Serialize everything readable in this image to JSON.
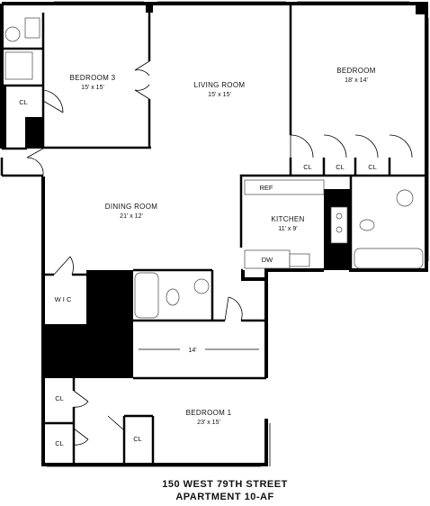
{
  "rooms": {
    "bedroom3": {
      "name": "BEDROOM 3",
      "dim": "15' x 15'"
    },
    "living": {
      "name": "LIVING ROOM",
      "dim": "15' x 15'"
    },
    "bedroom": {
      "name": "BEDROOM",
      "dim": "18' x 14'"
    },
    "dining": {
      "name": "DINING ROOM",
      "dim": "21' x 12'"
    },
    "kitchen": {
      "name": "KITCHEN",
      "dim": "11' x 9'"
    },
    "bedroom1": {
      "name": "BEDROOM 1",
      "dim": "23' x 15'"
    }
  },
  "labels": {
    "closet": "CL",
    "refrigerator": "REF",
    "dishwasher": "DW",
    "walk_in_closet": "W I C",
    "hall_length": "14'"
  },
  "footer": {
    "address": "150 WEST 79TH STREET",
    "apartment": "APARTMENT 10-AF"
  }
}
